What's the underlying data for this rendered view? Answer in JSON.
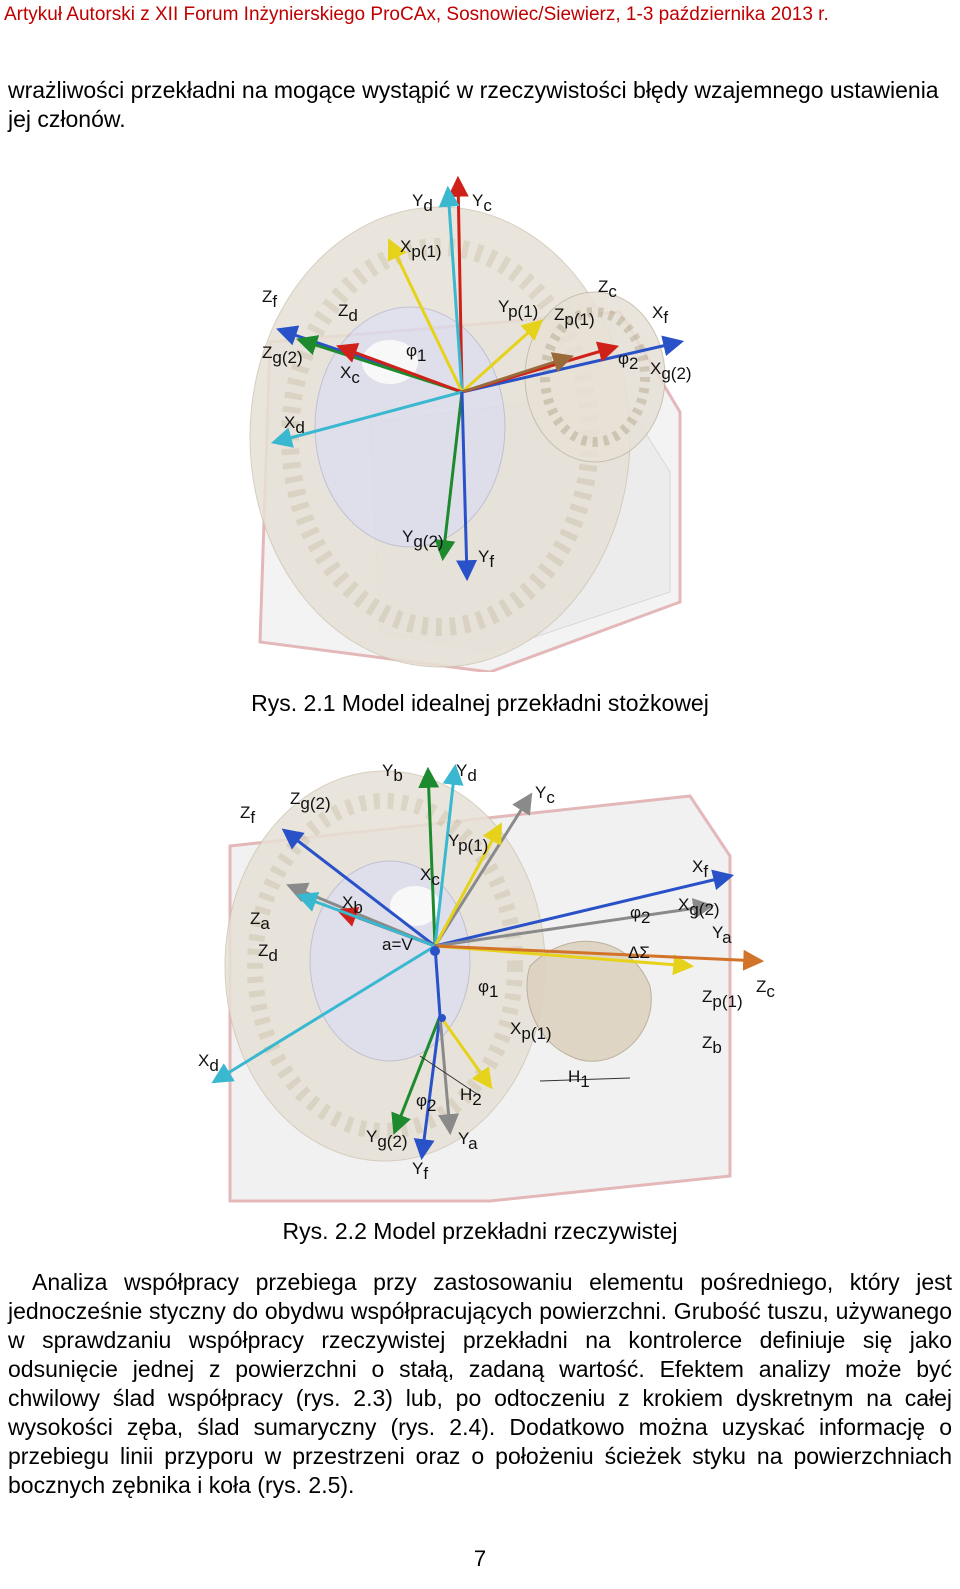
{
  "header": "Artykuł Autorski z XII Forum Inżynierskiego ProCAx, Sosnowiec/Siewierz, 1-3 października 2013 r.",
  "intro_text": "wrażliwości przekładni na mogące wystąpić w rzeczywistości błędy wzajemnego ustawienia jej członów.",
  "figure1": {
    "caption": "Rys. 2.1 Model idealnej przekładni stożkowej",
    "labels": {
      "Yd": {
        "m": "Y",
        "s": "d"
      },
      "Yc": {
        "m": "Y",
        "s": "c"
      },
      "Xp1": {
        "m": "X",
        "s": "p(1)"
      },
      "Zf": {
        "m": "Z",
        "s": "f"
      },
      "Zd": {
        "m": "Z",
        "s": "d"
      },
      "Yp1": {
        "m": "Y",
        "s": "p(1)"
      },
      "Zc": {
        "m": "Z",
        "s": "c"
      },
      "Xf": {
        "m": "X",
        "s": "f"
      },
      "Zg2": {
        "m": "Z",
        "s": "g(2)"
      },
      "phi1": {
        "m": "φ",
        "s": "1"
      },
      "Zp1": {
        "m": "Z",
        "s": "p(1)"
      },
      "Xc": {
        "m": "X",
        "s": "c"
      },
      "phi2": {
        "m": "φ",
        "s": "2"
      },
      "Xg2": {
        "m": "X",
        "s": "g(2)"
      },
      "Xd": {
        "m": "X",
        "s": "d"
      },
      "Yg2": {
        "m": "Y",
        "s": "g(2)"
      },
      "Yf": {
        "m": "Y",
        "s": "f"
      }
    }
  },
  "figure2": {
    "caption": "Rys. 2.2 Model przekładni rzeczywistej",
    "labels": {
      "Yb": {
        "m": "Y",
        "s": "b"
      },
      "Yd": {
        "m": "Y",
        "s": "d"
      },
      "Yc": {
        "m": "Y",
        "s": "c"
      },
      "Zf": {
        "m": "Z",
        "s": "f"
      },
      "Zg2": {
        "m": "Z",
        "s": "g(2)"
      },
      "Yp1": {
        "m": "Y",
        "s": "p(1)"
      },
      "Xf": {
        "m": "X",
        "s": "f"
      },
      "Xc": {
        "m": "X",
        "s": "c"
      },
      "Xb": {
        "m": "X",
        "s": "b"
      },
      "phi2a": {
        "m": "φ",
        "s": "2"
      },
      "Xg2": {
        "m": "X",
        "s": "g(2)"
      },
      "Za": {
        "m": "Z",
        "s": "a"
      },
      "Ya": {
        "m": "Y",
        "s": "a"
      },
      "av": {
        "m": "a=V",
        "s": ""
      },
      "dsigma": {
        "m": "ΔΣ",
        "s": ""
      },
      "Zd": {
        "m": "Z",
        "s": "d"
      },
      "phi1": {
        "m": "φ",
        "s": "1"
      },
      "Zp1": {
        "m": "Z",
        "s": "p(1)"
      },
      "Zc": {
        "m": "Z",
        "s": "c"
      },
      "Xp1": {
        "m": "X",
        "s": "p(1)"
      },
      "Zb": {
        "m": "Z",
        "s": "b"
      },
      "Xd": {
        "m": "X",
        "s": "d"
      },
      "H1": {
        "m": "H",
        "s": "1"
      },
      "phi2b": {
        "m": "φ",
        "s": "2"
      },
      "H2": {
        "m": "H",
        "s": "2"
      },
      "Yg2": {
        "m": "Y",
        "s": "g(2)"
      },
      "Ya2": {
        "m": "Y",
        "s": "a"
      },
      "Yf": {
        "m": "Y",
        "s": "f"
      }
    }
  },
  "body_text": "Analiza współpracy przebiega przy zastosowaniu elementu pośredniego, który jest jednocześnie styczny do obydwu współpracujących powierzchni. Grubość tuszu, używanego w sprawdzaniu współpracy rzeczywistej przekładni na kontrolerce definiuje się jako odsunięcie jednej z powierzchni o stałą, zadaną wartość. Efektem analizy może być chwilowy ślad współpracy (rys. 2.3) lub, po odtoczeniu z krokiem dyskretnym na całej wysokości zęba, ślad sumaryczny (rys. 2.4). Dodatkowo można uzyskać informację o przebiegu linii przyporu w przestrzeni oraz o położeniu ścieżek styku na powierzchniach bocznych zębnika i koła (rys. 2.5).",
  "page_number": "7",
  "colors": {
    "header": "#c00000",
    "red": "#d0201a",
    "green": "#1e8a2e",
    "blue": "#2a52c8",
    "yellow": "#e6d21a",
    "cyan": "#3ab8d0",
    "brown": "#9a6a3a",
    "orange": "#d2732a",
    "gray": "#8a8a8a"
  }
}
